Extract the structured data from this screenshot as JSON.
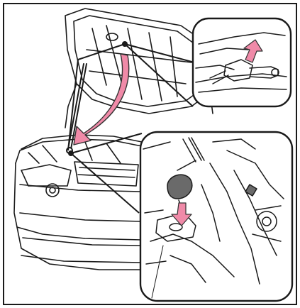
{
  "figure": {
    "kind": "automotive-hood-support-illustration",
    "colors": {
      "line": "#1a1a1a",
      "arrow": "#f08aa8",
      "arrow_outline": "#333333",
      "background": "#ffffff",
      "callout_fill": "#ffffff"
    },
    "parts": [
      "open-hood",
      "engine-bay",
      "hood-stay-rod",
      "stay-clip-callout",
      "stay-hole-callout",
      "close-arrow",
      "insert-arrow"
    ]
  }
}
